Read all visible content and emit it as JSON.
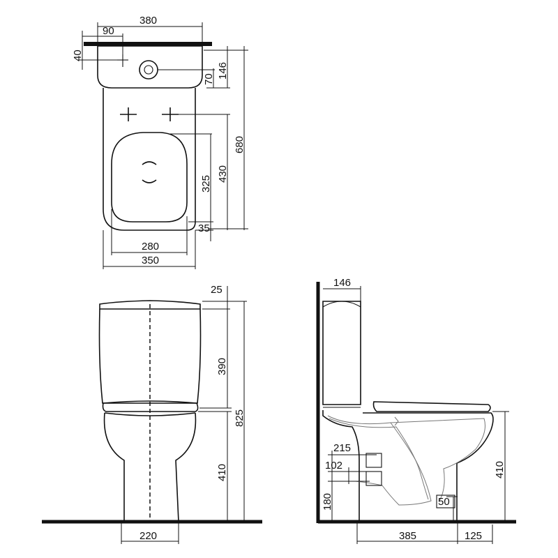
{
  "top_view": {
    "dims": {
      "tank_width": "380",
      "hole_offset_x": "90",
      "hole_offset_y": "40",
      "tank_depth": "146",
      "button_offset": "70",
      "overall_length": "680",
      "bowl_fix_length": "430",
      "seat_length": "325",
      "rim_gap": "35",
      "seat_width": "280",
      "overall_width": "350"
    }
  },
  "front_view": {
    "dims": {
      "lid_thickness": "25",
      "tank_height": "390",
      "overall_height": "825",
      "seat_height": "410",
      "foot_width": "220"
    }
  },
  "side_view": {
    "dims": {
      "tank_depth": "146",
      "outlet_distance": "215",
      "inlet_distance": "102",
      "outlet_height": "180",
      "foot_offset": "50",
      "seat_height": "410",
      "projection": "385",
      "wall_gap": "125"
    }
  }
}
